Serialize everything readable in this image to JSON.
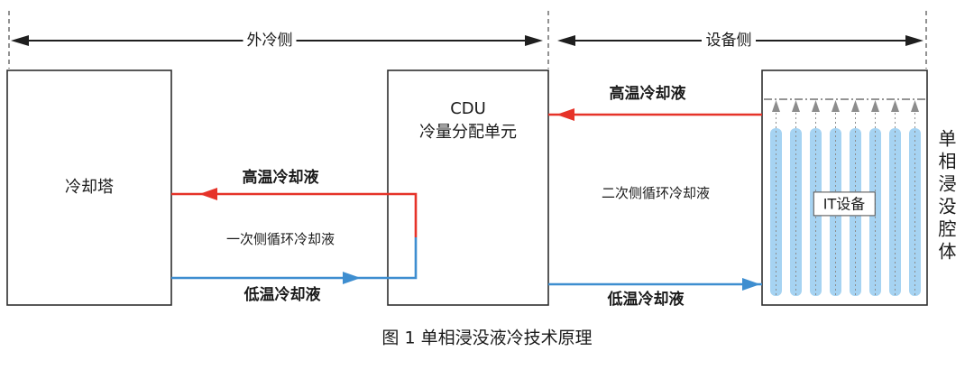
{
  "ruler": {
    "left": "外冷侧",
    "right": "设备侧"
  },
  "boxes": {
    "cooling_tower": "冷却塔",
    "cdu_title": "CDU",
    "cdu_subtitle": "冷量分配单元",
    "it_equipment": "IT设备",
    "tank_vertical_label": "单相浸没腔体"
  },
  "primary_loop": {
    "hot": "高温冷却液",
    "name": "一次侧循环冷却液",
    "cold": "低温冷却液"
  },
  "secondary_loop": {
    "hot": "高温冷却液",
    "name": "二次侧循环冷却液",
    "cold": "低温冷却液"
  },
  "caption": "图 1 单相浸没液冷技术原理",
  "colors": {
    "hot_line": "#e63329",
    "cold_line": "#3e8ed0",
    "coolant_bar": "#a6d3f2",
    "outline": "#2e2e2e",
    "tank_flow_gray": "#8c8c8c"
  }
}
